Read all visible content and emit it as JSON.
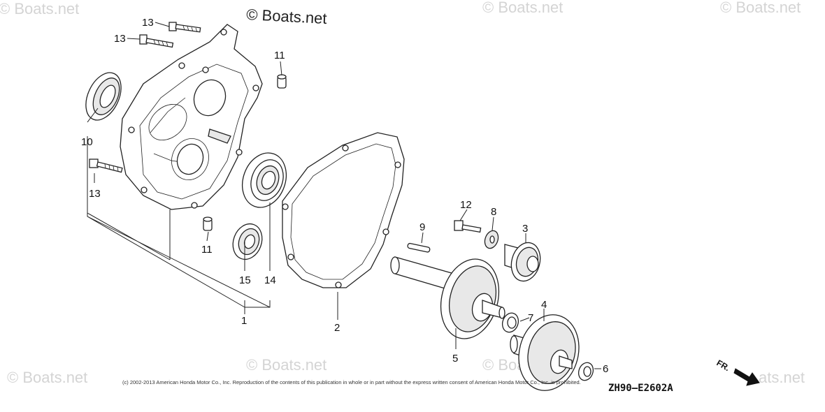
{
  "watermarks": {
    "top_center": "© Boats.net",
    "faint": [
      "© Boats.net",
      "© Boats.net",
      "© Boats.net",
      "© Boats.net",
      "© Boats.net",
      "© Boats.net"
    ],
    "partial_right": "Boats.net",
    "partial_bottom_right": "ats.net"
  },
  "callouts": {
    "c13a": "13",
    "c13b": "13",
    "c13c": "13",
    "c11a": "11",
    "c11b": "11",
    "c10": "10",
    "c15": "15",
    "c14": "14",
    "c1": "1",
    "c2": "2",
    "c12": "12",
    "c8": "8",
    "c9": "9",
    "c3": "3",
    "c4": "4",
    "c7": "7",
    "c5": "5",
    "c6": "6"
  },
  "footer": {
    "copyright": "(c) 2002-2013 American Honda Motor Co., Inc. Reproduction of the contents of this publication in whole or in part without the express written consent of American Honda Motor Co., Inc. is prohibited.",
    "diagram_code": "ZH90—E2602A"
  },
  "direction": {
    "label": "FR.",
    "icon": "front-direction-arrow"
  }
}
